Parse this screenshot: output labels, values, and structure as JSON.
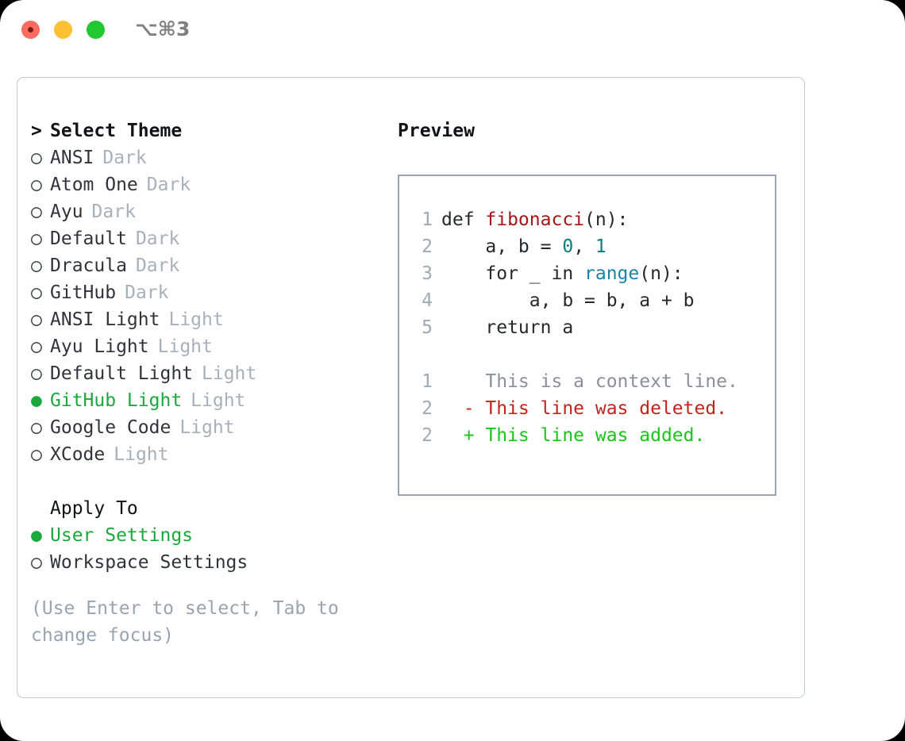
{
  "titlebar": {
    "shortcut": "⌥⌘3",
    "buttons": [
      {
        "name": "close",
        "color": "#ff6b60"
      },
      {
        "name": "minimize",
        "color": "#ffc131"
      },
      {
        "name": "zoom",
        "color": "#20c932"
      }
    ]
  },
  "theme_list": {
    "header": {
      "prefix": ">",
      "label": "Select Theme"
    },
    "bullet_empty": "○",
    "bullet_filled": "●",
    "items": [
      {
        "name": "ANSI",
        "kind": "Dark",
        "selected": false
      },
      {
        "name": "Atom One",
        "kind": "Dark",
        "selected": false
      },
      {
        "name": "Ayu",
        "kind": "Dark",
        "selected": false
      },
      {
        "name": "Default",
        "kind": "Dark",
        "selected": false
      },
      {
        "name": "Dracula",
        "kind": "Dark",
        "selected": false
      },
      {
        "name": "GitHub",
        "kind": "Dark",
        "selected": false
      },
      {
        "name": "ANSI Light",
        "kind": "Light",
        "selected": false
      },
      {
        "name": "Ayu Light",
        "kind": "Light",
        "selected": false
      },
      {
        "name": "Default Light",
        "kind": "Light",
        "selected": false
      },
      {
        "name": "GitHub Light",
        "kind": "Light",
        "selected": true
      },
      {
        "name": "Google Code",
        "kind": "Light",
        "selected": false
      },
      {
        "name": "XCode",
        "kind": "Light",
        "selected": false
      }
    ]
  },
  "apply_to": {
    "title": "Apply To",
    "options": [
      {
        "label": "User Settings",
        "selected": true
      },
      {
        "label": "Workspace Settings",
        "selected": false
      }
    ]
  },
  "hint": "(Use Enter to select, Tab to change focus)",
  "preview": {
    "label": "Preview",
    "code_lines": [
      {
        "num": "1",
        "tokens": [
          {
            "text": "def ",
            "type": "plain"
          },
          {
            "text": "fibonacci",
            "type": "fn"
          },
          {
            "text": "(n):",
            "type": "plain"
          }
        ]
      },
      {
        "num": "2",
        "tokens": [
          {
            "text": "    a, b = ",
            "type": "plain"
          },
          {
            "text": "0",
            "type": "num"
          },
          {
            "text": ", ",
            "type": "plain"
          },
          {
            "text": "1",
            "type": "num"
          }
        ]
      },
      {
        "num": "3",
        "tokens": [
          {
            "text": "    for _ in ",
            "type": "plain"
          },
          {
            "text": "range",
            "type": "blue"
          },
          {
            "text": "(n):",
            "type": "plain"
          }
        ]
      },
      {
        "num": "4",
        "tokens": [
          {
            "text": "        a, b = b, a + b",
            "type": "plain"
          }
        ]
      },
      {
        "num": "5",
        "tokens": [
          {
            "text": "    return a",
            "type": "plain"
          }
        ]
      }
    ],
    "diff_lines": [
      {
        "num": "1",
        "marker": " ",
        "text": "This is a context line.",
        "kind": "context"
      },
      {
        "num": "2",
        "marker": "-",
        "text": "This line was deleted.",
        "kind": "deleted"
      },
      {
        "num": "2",
        "marker": "+",
        "text": "This line was added.",
        "kind": "added"
      }
    ]
  },
  "colors": {
    "accent_green": "#1aa93c",
    "muted": "#a8b0ba",
    "hint": "#9aa3b0",
    "code_fn": "#a01818",
    "code_num": "#0f7b7b",
    "code_blue": "#1a82ad",
    "diff_add": "#1ac41a",
    "diff_del": "#c0241b",
    "panel_border": "#c3c9d0",
    "preview_border": "#9aa5b1"
  }
}
